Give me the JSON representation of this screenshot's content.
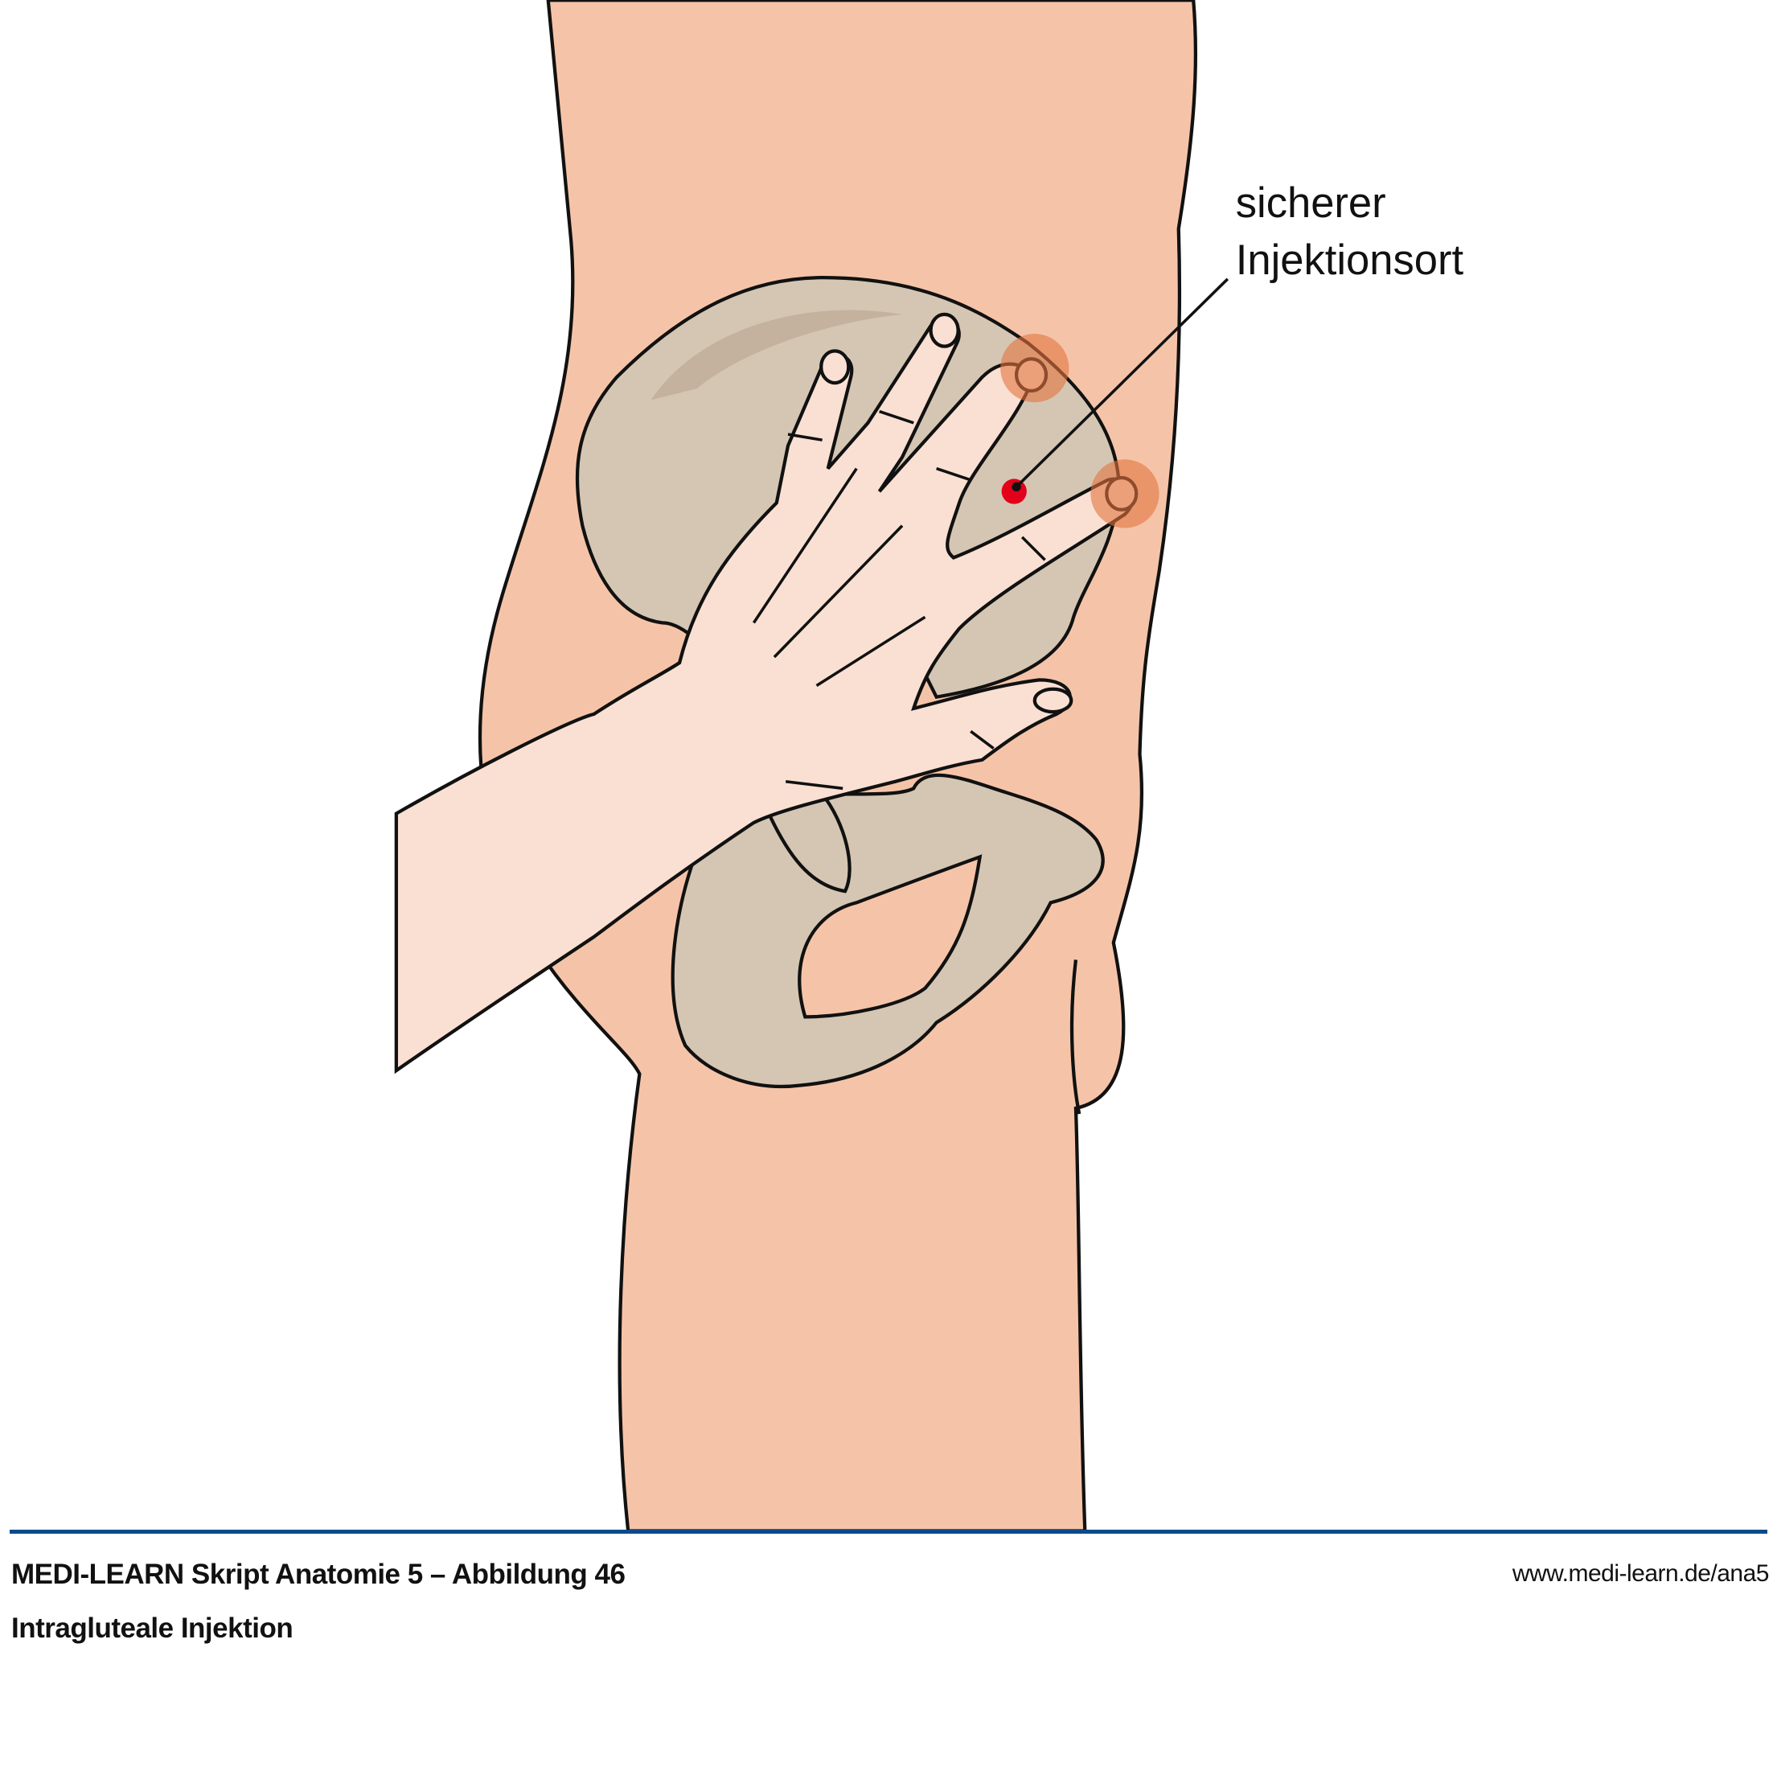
{
  "figure": {
    "label_line1": "sicherer",
    "label_line2": "Injektionsort"
  },
  "footer": {
    "title": "MEDI-LEARN Skript Anatomie 5 – Abbildung 46",
    "subtitle": "Intragluteale Injektion",
    "url": "www.medi-learn.de/ana5"
  },
  "colors": {
    "skin": "#f5c4a8",
    "hand": "#f9e0d3",
    "bone": "#d5c6b4",
    "marker": "#e2001a",
    "rule": "#0b4a8b"
  }
}
